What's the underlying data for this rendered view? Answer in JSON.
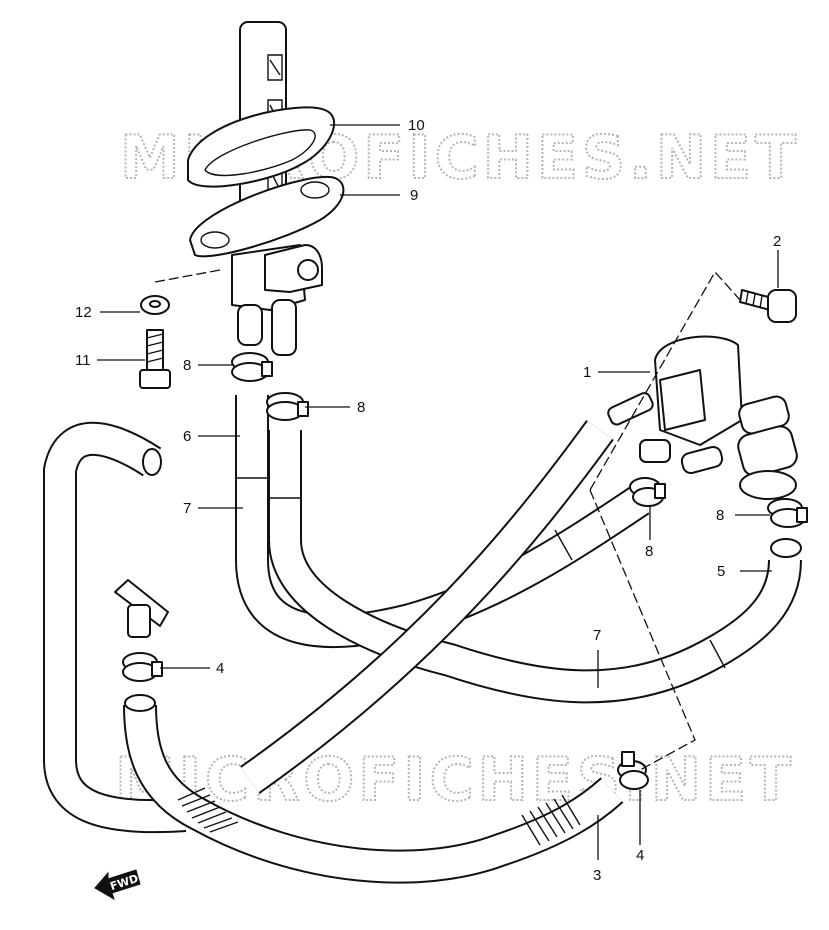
{
  "watermark": {
    "text": "MICROFICHES.NET"
  },
  "fwd_marker": {
    "label": "FWD"
  },
  "callouts": {
    "n1": "1",
    "n2": "2",
    "n3": "3",
    "n4a": "4",
    "n4b": "4",
    "n5": "5",
    "n6": "6",
    "n7a": "7",
    "n7b": "7",
    "n8a": "8",
    "n8b": "8",
    "n8c": "8",
    "n8d": "8",
    "n9": "9",
    "n10": "10",
    "n11": "11",
    "n12": "12"
  }
}
